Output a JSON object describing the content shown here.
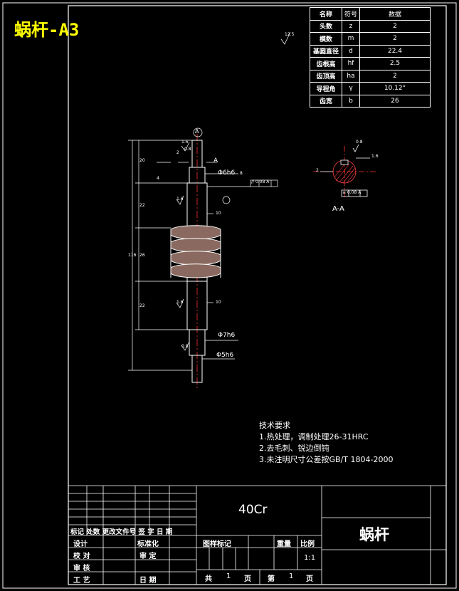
{
  "sheet_title": "蜗杆-A3",
  "param_table": {
    "headers": [
      "名称",
      "符号",
      "数据"
    ],
    "rows": [
      [
        "头数",
        "z",
        "2"
      ],
      [
        "模数",
        "m",
        "2"
      ],
      [
        "基圆直径",
        "d",
        "22.4"
      ],
      [
        "齿根高",
        "hf",
        "2.5"
      ],
      [
        "齿顶高",
        "ha",
        "2"
      ],
      [
        "导程角",
        "γ",
        "10.12°"
      ],
      [
        "齿宽",
        "b",
        "26"
      ]
    ]
  },
  "dims": {
    "datum_a": "A",
    "section_marker": "A",
    "dim_6h6": "Φ6h6",
    "dim_7h6": "Φ7h6",
    "dim_5h6": "Φ5h6",
    "tol_frame": "// 0.08 A",
    "dim_2": "2",
    "dim_4": "4",
    "dim_8": "8",
    "dim_10a": "10",
    "dim_10b": "10",
    "dim_20": "20",
    "dim_22a": "22",
    "dim_26": "26",
    "dim_22b": "22",
    "dim_116": "116",
    "rough_top": "12.5",
    "rough_1": "1.6",
    "rough_2": "1.6",
    "rough_3": "1.6",
    "rough_4": "0.8",
    "rough_5": "0.8"
  },
  "section": {
    "label": "A-A",
    "dim_top": "0.8",
    "dim_left": "2",
    "dim_right": "1.6",
    "tol_bottom": "≡ 0.08 A"
  },
  "tech_req": {
    "title": "技术要求",
    "items": [
      "1.热处理，调制处理26-31HRC",
      "2.去毛刺、锐边倒钝",
      "3.未注明尺寸公差按GB/T 1804-2000"
    ]
  },
  "title_block": {
    "material": "40Cr",
    "part_name": "蜗杆",
    "rev_header": "标记 处数 更改文件号 签 字  日 期",
    "design": "设计",
    "standardize": "标准化",
    "check": "校 对",
    "review": "审 定",
    "audit": "审 核",
    "process": "工 艺",
    "date": "日 期",
    "stage_mark": "图样标记",
    "weight": "重量",
    "scale": "比例",
    "scale_value": "1:1",
    "sheets_total_label": "共",
    "sheets_total": "1",
    "sheet_unit": "页",
    "sheet_no_label": "第",
    "sheet_no": "1",
    "sheet_unit2": "页"
  }
}
